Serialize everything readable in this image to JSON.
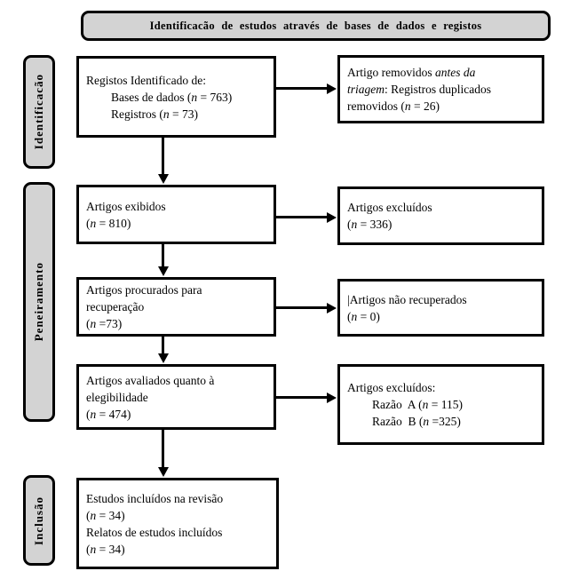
{
  "colors": {
    "stage_fill": "#d3d3d3",
    "box_fill": "#ffffff",
    "border": "#000000",
    "text": "#000000"
  },
  "banner": {
    "label": "Identificacão de estudos através de bases de dados e registos"
  },
  "sidebar": {
    "stages": [
      {
        "label": "Identificacão"
      },
      {
        "label": "Peneiramento"
      },
      {
        "label": "Inclusão"
      }
    ]
  },
  "flow": {
    "left_boxes": [
      {
        "title": "Registos Identificado de",
        "lines": [
          {
            "seg": [
              {
                "t": "Registos Identificado de:"
              }
            ]
          },
          {
            "indent": true,
            "seg": [
              {
                "t": "Bases de dados ("
              },
              {
                "t": "n",
                "i": true
              },
              {
                "t": " = 763)"
              }
            ]
          },
          {
            "indent": true,
            "seg": [
              {
                "t": "Registros ("
              },
              {
                "t": "n",
                "i": true
              },
              {
                "t": " = 73)"
              }
            ]
          }
        ]
      },
      {
        "title": "Artigos exibidos",
        "lines": [
          {
            "seg": [
              {
                "t": "Artigos exibidos"
              }
            ]
          },
          {
            "seg": [
              {
                "t": "("
              },
              {
                "t": "n",
                "i": true
              },
              {
                "t": " = 810)"
              }
            ]
          }
        ]
      },
      {
        "title": "Artigos procurados para recuperação",
        "lines": [
          {
            "seg": [
              {
                "t": "Artigos procurados para"
              }
            ]
          },
          {
            "seg": [
              {
                "t": "recuperação"
              }
            ]
          },
          {
            "seg": [
              {
                "t": "("
              },
              {
                "t": "n",
                "i": true
              },
              {
                "t": " =73)"
              }
            ]
          }
        ]
      },
      {
        "title": "Artigos avaliados quanto à elegibilidade",
        "lines": [
          {
            "seg": [
              {
                "t": "Artigos avaliados quanto à"
              }
            ]
          },
          {
            "seg": [
              {
                "t": "elegibilidade"
              }
            ]
          },
          {
            "seg": [
              {
                "t": "("
              },
              {
                "t": "n",
                "i": true
              },
              {
                "t": " = 474)"
              }
            ]
          }
        ]
      },
      {
        "title": "Estudos incluídos na revisão",
        "lines": [
          {
            "seg": [
              {
                "t": "Estudos incluídos na revisão"
              }
            ]
          },
          {
            "seg": [
              {
                "t": "("
              },
              {
                "t": "n",
                "i": true
              },
              {
                "t": " = 34)"
              }
            ]
          },
          {
            "seg": [
              {
                "t": "Relatos de estudos incluídos"
              }
            ]
          },
          {
            "seg": [
              {
                "t": "("
              },
              {
                "t": "n",
                "i": true
              },
              {
                "t": " = 34)"
              }
            ]
          }
        ]
      }
    ],
    "right_boxes": [
      {
        "title": "Artigo removidos antes da triagem",
        "lines": [
          {
            "seg": [
              {
                "t": "Artigo removidos "
              },
              {
                "t": "antes da",
                "i": true
              }
            ]
          },
          {
            "seg": [
              {
                "t": "triagem",
                "i": true
              },
              {
                "t": ": Registros duplicados"
              }
            ]
          },
          {
            "seg": [
              {
                "t": "removidos ("
              },
              {
                "t": "n",
                "i": true
              },
              {
                "t": " = 26)"
              }
            ]
          }
        ]
      },
      {
        "title": "Artigos excluídos",
        "lines": [
          {
            "seg": [
              {
                "t": "Artigos excluídos"
              }
            ]
          },
          {
            "seg": [
              {
                "t": "("
              },
              {
                "t": "n",
                "i": true
              },
              {
                "t": " = 336)"
              }
            ]
          }
        ]
      },
      {
        "title": "Artigos não recuperados",
        "lines": [
          {
            "seg": [
              {
                "t": "|Artigos não recuperados"
              }
            ]
          },
          {
            "seg": [
              {
                "t": "("
              },
              {
                "t": "n",
                "i": true
              },
              {
                "t": " = 0)"
              }
            ]
          }
        ]
      },
      {
        "title": "Artigos excluídos razões",
        "lines": [
          {
            "seg": [
              {
                "t": "Artigos excluídos:"
              }
            ]
          },
          {
            "indent": true,
            "seg": [
              {
                "t": "Razão  A ("
              },
              {
                "t": "n",
                "i": true
              },
              {
                "t": " = 115)"
              }
            ]
          },
          {
            "indent": true,
            "seg": [
              {
                "t": "Razão  B ("
              },
              {
                "t": "n",
                "i": true
              },
              {
                "t": " =325)"
              }
            ]
          }
        ]
      }
    ]
  }
}
